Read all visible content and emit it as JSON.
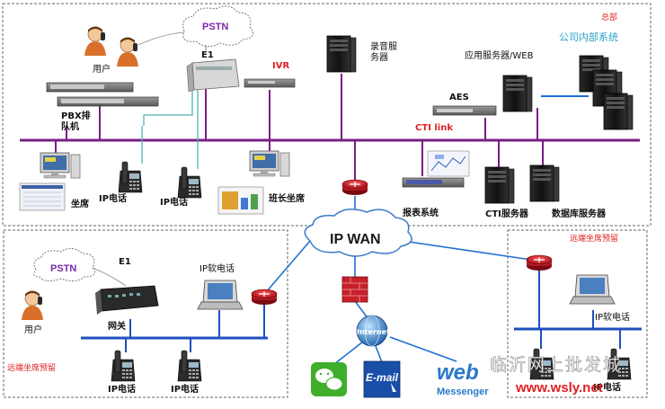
{
  "headquarters": {
    "title": "总部",
    "internal_system": "公司内部系统",
    "pstn": "PSTN",
    "users": "用户",
    "e1": "E1",
    "ivr": "IVR",
    "recording_server": [
      "录音服",
      "务器"
    ],
    "app_server": "应用服务器/WEB",
    "pbx": [
      "PBX排",
      "队机"
    ],
    "aes": "AES",
    "cti_link": "CTI link",
    "agent": "坐席",
    "ip_phone_1": "IP电话",
    "ip_phone_2": "IP电话",
    "supervisor": "班长坐席",
    "report_system": "报表系统",
    "cti_server": "CTI服务器",
    "db_server": "数据库服务器"
  },
  "wan": {
    "label": "IP WAN"
  },
  "remote_left": {
    "pstn": "PSTN",
    "e1": "E1",
    "user": "用户",
    "gateway": "网关",
    "soft_phone": "IP软电话",
    "title": "远端坐席预留",
    "ip_phone_1": "IP电话",
    "ip_phone_2": "IP电话"
  },
  "remote_right": {
    "title": "远端坐席预留",
    "soft_phone": "IP软电话",
    "ip_phone": "IP电话"
  },
  "internet": {
    "label": "Internet",
    "email": "E-mail",
    "web": "web",
    "messenger": "Messenger"
  },
  "watermark": {
    "name": "临沂网上批发城",
    "url": "www.wsly.net"
  },
  "colors": {
    "bus": "#7a1e86",
    "link_blue": "#1f6fd6",
    "link_teal": "#4fb3b8",
    "router": "#d0202a",
    "label_red": "#e02020",
    "label_cyan": "#2aa0c8"
  }
}
